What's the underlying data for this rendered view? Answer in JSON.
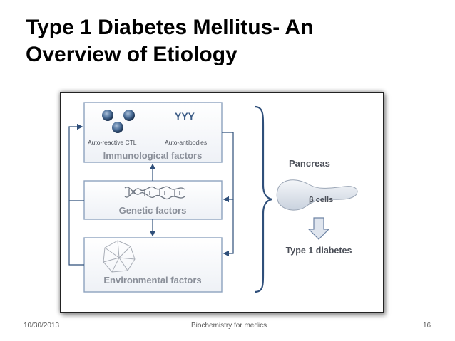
{
  "slide": {
    "title_line1": "Type 1 Diabetes Mellitus- An",
    "title_line2": "Overview of Etiology"
  },
  "figure": {
    "immunological": {
      "autoreactive_label": "Auto-reactive  CTL",
      "antibody_glyphs": "YYY",
      "autoantibodies_label": "Auto-antibodies",
      "factor_label": "Immunological factors"
    },
    "genetic": {
      "factor_label": "Genetic factors"
    },
    "environmental": {
      "factor_label": "Environmental factors"
    },
    "pancreas": {
      "organ_label": "Pancreas",
      "cells_label": "β cells",
      "outcome_label": "Type 1 diabetes"
    },
    "colors": {
      "text": "#8a8f99",
      "box_border": "#8da2be",
      "box_fill": "#f3f5f8",
      "arrow": "#2f4f7a",
      "dark_text": "#4a4e57"
    }
  },
  "footer": {
    "date": "10/30/2013",
    "center": "Biochemistry for medics",
    "page_number": "16"
  }
}
